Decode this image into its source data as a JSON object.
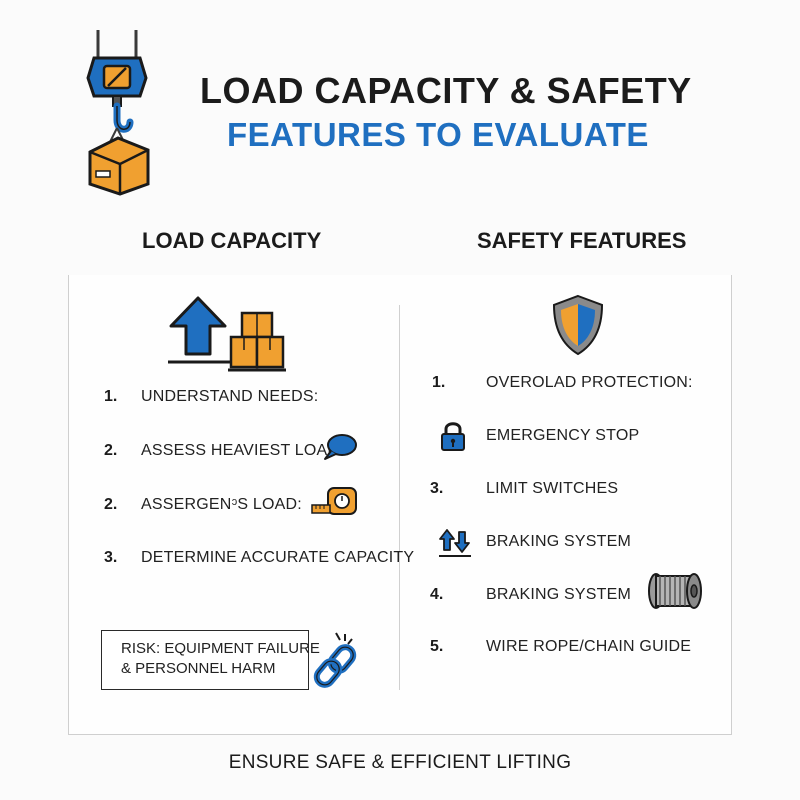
{
  "header": {
    "title_line1": "LOAD CAPACITY & SAFETY",
    "title_line2": "FEATURES TO EVALUATE"
  },
  "load_capacity": {
    "heading": "LOAD CAPACITY",
    "items": [
      {
        "number": "1.",
        "text": "UNDERSTAND NEEDS:"
      },
      {
        "number": "2.",
        "text": "ASSESS HEAVIEST LOAD:"
      },
      {
        "number": "2.",
        "text": "ASSERGENᵓS LOAD:"
      },
      {
        "number": "3.",
        "text": "DETERMINE ACCURATE CAPACITY"
      }
    ],
    "risk_line1": "RISK: EQUIPMENT FAILURE",
    "risk_line2": "& PERSONNEL HARM"
  },
  "safety_features": {
    "heading": "SAFETY FEATURES",
    "items": [
      {
        "number": "1.",
        "text": "OVEROLAD PROTECTION:"
      },
      {
        "number": "",
        "text": "EMERGENCY STOP"
      },
      {
        "number": "3.",
        "text": "LIMIT SWITCHES"
      },
      {
        "number": "",
        "text": "BRAKING SYSTEM"
      },
      {
        "number": "4.",
        "text": "BRAKING SYSTEM"
      },
      {
        "number": "5.",
        "text": "WIRE ROPE/CHAIN GUIDE"
      }
    ]
  },
  "footer": {
    "text": "ENSURE SAFE & EFFICIENT LIFTING"
  },
  "colors": {
    "accent_blue": "#1f6fc0",
    "accent_orange": "#f0a030",
    "dark": "#1b1b1b"
  },
  "icons": [
    "crane-hook-icon",
    "upload-arrow-icon",
    "boxes-icon",
    "speech-bubble-icon",
    "tape-measure-icon",
    "chain-link-icon",
    "shield-icon",
    "padlock-icon",
    "up-down-arrows-icon",
    "wire-spool-icon"
  ]
}
